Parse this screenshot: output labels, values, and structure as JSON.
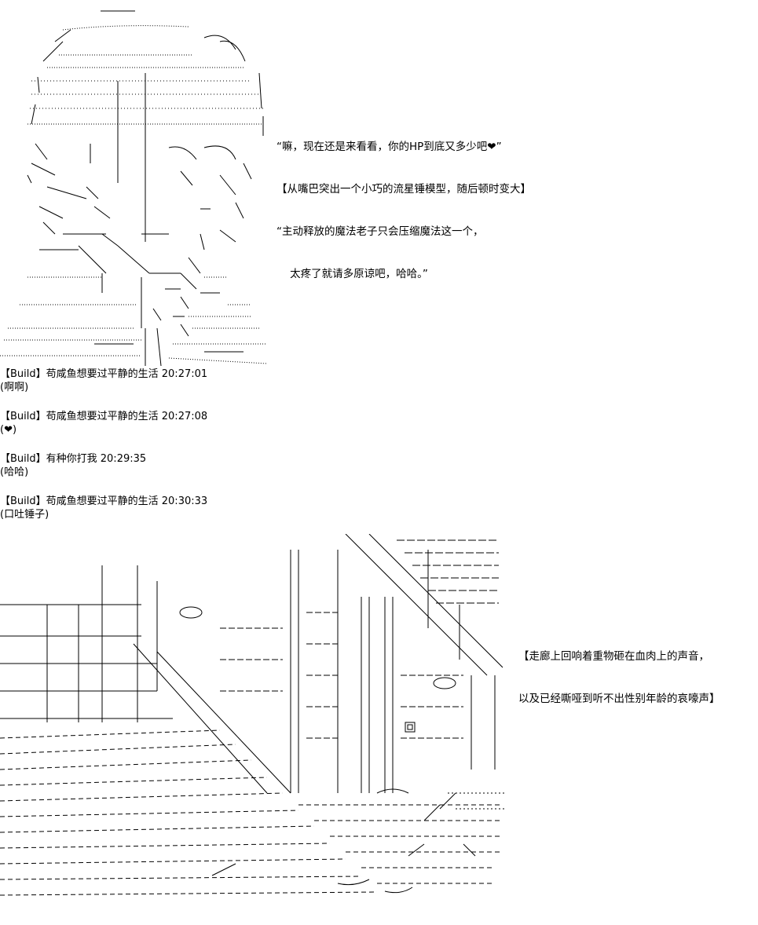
{
  "dialogue": {
    "lines": [
      "“嘛，现在还是来看看，你的HP到底又多少吧❤”",
      "【从嘴巴突出一个小巧的流星锤模型，随后顿时变大】",
      "“主动释放的魔法老子只会压缩魔法这一个，",
      "    太疼了就请多原谅吧，哈哈。”"
    ]
  },
  "chat": [
    {
      "header": "【Build】苟咸鱼想要过平静的生活 20:27:01",
      "body": "(啊啊)"
    },
    {
      "header": "【Build】苟咸鱼想要过平静的生活 20:27:08",
      "body": "(❤)"
    },
    {
      "header": "【Build】有种你打我 20:29:35",
      "body": "(哈哈)"
    },
    {
      "header": "【Build】苟咸鱼想要过平静的生活 20:30:33",
      "body": "(口吐锤子)"
    }
  ],
  "caption": {
    "lines": [
      "【走廊上回响着重物砸在血肉上的声音，",
      "以及已经嘶哑到听不出性别年龄的哀嚎声】"
    ]
  },
  "colors": {
    "ink": "#000000",
    "background": "#ffffff"
  }
}
